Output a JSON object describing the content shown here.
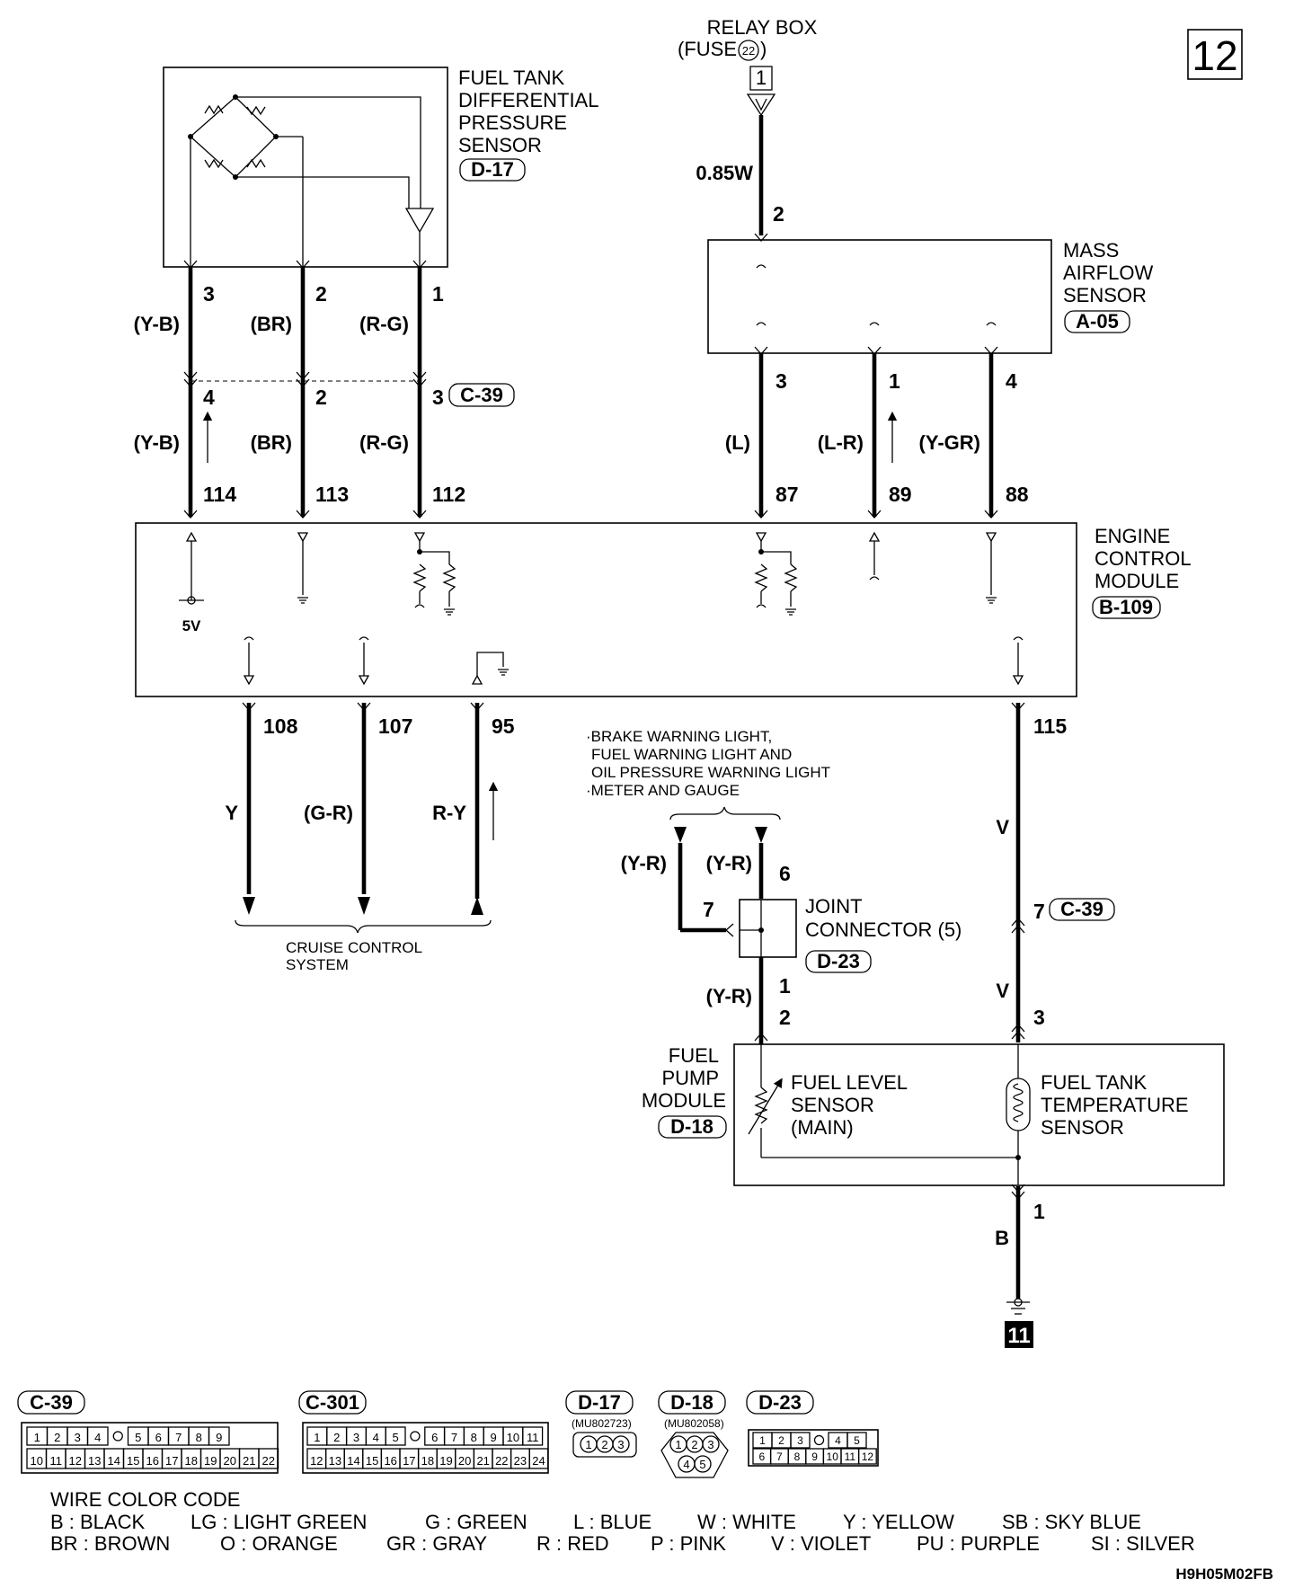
{
  "page_number": "12",
  "diagram_code": "H9H05M02FB",
  "components": {
    "relay_box": {
      "name": "RELAY BOX",
      "fuse": "(FUSE",
      "fuse_no": "22",
      "fuse_close": ")",
      "terminal": "1"
    },
    "fuel_tank_sensor": {
      "lines": [
        "FUEL TANK",
        "DIFFERENTIAL",
        "PRESSURE",
        "SENSOR"
      ],
      "connector": "D-17"
    },
    "maf_sensor": {
      "lines": [
        "MASS",
        "AIRFLOW",
        "SENSOR"
      ],
      "connector": "A-05"
    },
    "ecm": {
      "lines": [
        "ENGINE",
        "CONTROL",
        "MODULE"
      ],
      "connector": "B-109",
      "supply_label": "5V"
    },
    "joint_connector": {
      "lines": [
        "JOINT",
        "CONNECTOR (5)"
      ],
      "connector": "D-23"
    },
    "fuel_pump_module": {
      "lines": [
        "FUEL",
        "PUMP",
        "MODULE"
      ],
      "connector": "D-18"
    },
    "fuel_level_sensor": {
      "lines": [
        "FUEL LEVEL",
        "SENSOR",
        "(MAIN)"
      ]
    },
    "fuel_temp_sensor": {
      "lines": [
        "FUEL TANK",
        "TEMPERATURE",
        "SENSOR"
      ]
    },
    "cruise_control": {
      "lines": [
        "CRUISE CONTROL",
        "SYSTEM"
      ]
    },
    "meter_note": {
      "lines": [
        "·BRAKE WARNING LIGHT,",
        "FUEL WARNING LIGHT AND",
        "OIL PRESSURE WARNING LIGHT",
        "·METER AND GAUGE"
      ]
    },
    "intermediate_connector": "C-39",
    "ground_ref": "11"
  },
  "wires": {
    "fuse_wire": {
      "size": "0.85W",
      "pin": "2"
    },
    "sensor_pins": [
      "3",
      "2",
      "1"
    ],
    "sensor_colors": [
      "(Y-B)",
      "(BR)",
      "(R-G)"
    ],
    "c39_pins": [
      "4",
      "2",
      "3"
    ],
    "ecm_upper_colors": [
      "(Y-B)",
      "(BR)",
      "(R-G)"
    ],
    "ecm_upper_pins": [
      "114",
      "113",
      "112"
    ],
    "maf_pins": [
      "3",
      "1",
      "4"
    ],
    "maf_colors": [
      "(L)",
      "(L-R)",
      "(Y-GR)"
    ],
    "maf_ecm_pins": [
      "87",
      "89",
      "88"
    ],
    "ecm_lower_pins": [
      "108",
      "107",
      "95",
      "115"
    ],
    "cruise_colors": [
      "Y",
      "(G-R)",
      "R-Y"
    ],
    "meter_colors": [
      "(Y-R)",
      "(Y-R)"
    ],
    "joint_pins": {
      "in": "6",
      "branch": "7",
      "out": "1"
    },
    "joint_out_color": "(Y-R)",
    "pump_pins": {
      "level": "2",
      "temp": "3",
      "ground": "1"
    },
    "v_wire": {
      "color": "V",
      "c39_pin": "7"
    },
    "ground_color": "B"
  },
  "connectors": [
    {
      "id": "C-39",
      "part": "",
      "top": [
        "1",
        "2",
        "3",
        "4",
        "",
        "5",
        "6",
        "7",
        "8",
        "9"
      ],
      "bottom": [
        "10",
        "11",
        "12",
        "13",
        "14",
        "15",
        "16",
        "17",
        "18",
        "19",
        "20",
        "21",
        "22"
      ]
    },
    {
      "id": "C-301",
      "part": "",
      "top": [
        "1",
        "2",
        "3",
        "4",
        "5",
        "",
        "6",
        "7",
        "8",
        "9",
        "10",
        "11"
      ],
      "bottom": [
        "12",
        "13",
        "14",
        "15",
        "16",
        "17",
        "18",
        "19",
        "20",
        "21",
        "22",
        "23",
        "24"
      ]
    },
    {
      "id": "D-17",
      "part": "(MU802723)",
      "pins": [
        "1",
        "2",
        "3"
      ]
    },
    {
      "id": "D-18",
      "part": "(MU802058)",
      "pins": [
        "1",
        "2",
        "3",
        "4",
        "5"
      ]
    },
    {
      "id": "D-23",
      "part": "",
      "top": [
        "1",
        "2",
        "3",
        "",
        "4",
        "5"
      ],
      "bottom": [
        "6",
        "7",
        "8",
        "9",
        "10",
        "11",
        "12"
      ]
    }
  ],
  "wire_color_code": {
    "title": "WIRE COLOR CODE",
    "row1": [
      "B : BLACK",
      "LG : LIGHT GREEN",
      "G : GREEN",
      "L : BLUE",
      "W : WHITE",
      "Y : YELLOW",
      "SB : SKY BLUE"
    ],
    "row2": [
      "BR : BROWN",
      "O : ORANGE",
      "GR : GRAY",
      "R : RED",
      "P : PINK",
      "V : VIOLET",
      "PU : PURPLE",
      "SI : SILVER"
    ]
  }
}
